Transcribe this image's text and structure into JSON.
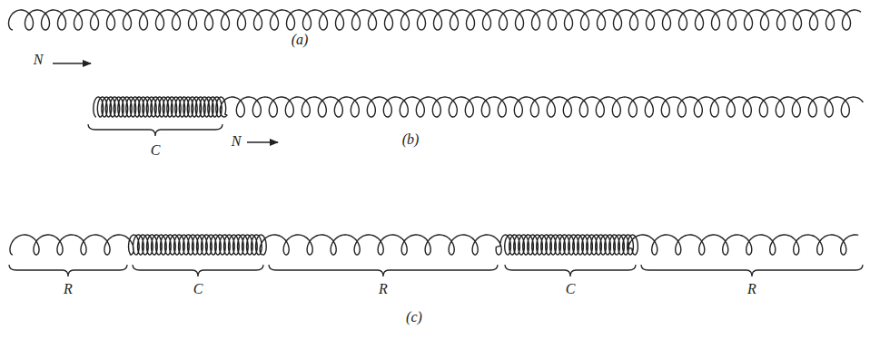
{
  "diagram": {
    "labels": [
      "(a)",
      "N",
      "C",
      "N",
      "(b)",
      "R",
      "C",
      "R",
      "C",
      "R",
      "(c)"
    ]
  }
}
